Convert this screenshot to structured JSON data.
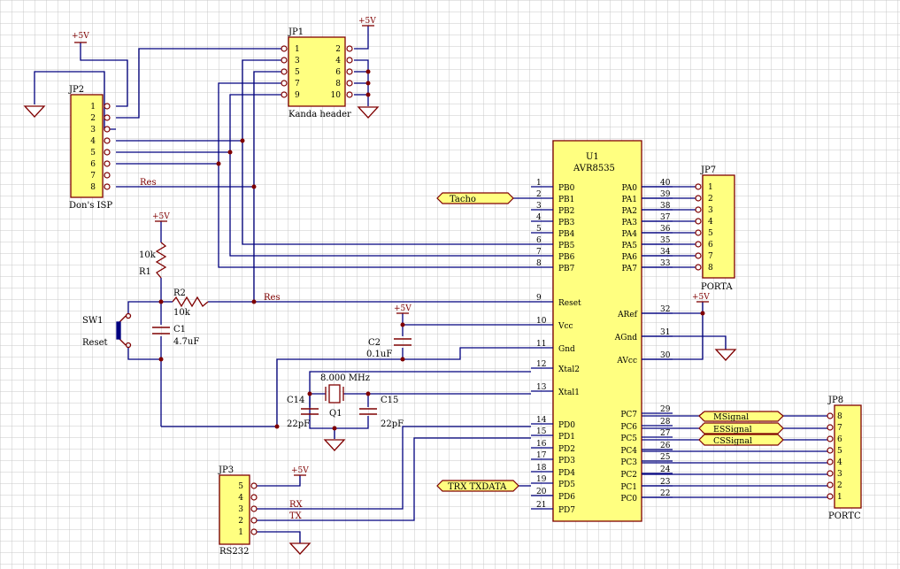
{
  "colors": {
    "background": "#ffffff",
    "grid": "#c8c8c8",
    "wire": "#00007f",
    "component": "#7f0000",
    "body_fill": "#ffff80",
    "power": "#7f0000",
    "text": "#000000",
    "junction": "#7f0000"
  },
  "u1": {
    "ref": "U1",
    "part": "AVR8535",
    "left_pins": [
      {
        "num": "1",
        "name": "PB0"
      },
      {
        "num": "2",
        "name": "PB1"
      },
      {
        "num": "3",
        "name": "PB2"
      },
      {
        "num": "4",
        "name": "PB3"
      },
      {
        "num": "5",
        "name": "PB4"
      },
      {
        "num": "6",
        "name": "PB5"
      },
      {
        "num": "7",
        "name": "PB6"
      },
      {
        "num": "8",
        "name": "PB7"
      },
      {
        "num": "9",
        "name": "Reset"
      },
      {
        "num": "10",
        "name": "Vcc"
      },
      {
        "num": "11",
        "name": "Gnd"
      },
      {
        "num": "12",
        "name": "Xtal2"
      },
      {
        "num": "13",
        "name": "Xtal1"
      },
      {
        "num": "14",
        "name": "PD0"
      },
      {
        "num": "15",
        "name": "PD1"
      },
      {
        "num": "16",
        "name": "PD2"
      },
      {
        "num": "17",
        "name": "PD3"
      },
      {
        "num": "18",
        "name": "PD4"
      },
      {
        "num": "19",
        "name": "PD5"
      },
      {
        "num": "20",
        "name": "PD6"
      },
      {
        "num": "21",
        "name": "PD7"
      }
    ],
    "right_pins": [
      {
        "num": "40",
        "name": "PA0"
      },
      {
        "num": "39",
        "name": "PA1"
      },
      {
        "num": "38",
        "name": "PA2"
      },
      {
        "num": "37",
        "name": "PA3"
      },
      {
        "num": "36",
        "name": "PA4"
      },
      {
        "num": "35",
        "name": "PA5"
      },
      {
        "num": "34",
        "name": "PA6"
      },
      {
        "num": "33",
        "name": "PA7"
      },
      {
        "num": "32",
        "name": "ARef"
      },
      {
        "num": "31",
        "name": "AGnd"
      },
      {
        "num": "30",
        "name": "AVcc"
      },
      {
        "num": "29",
        "name": "PC7"
      },
      {
        "num": "28",
        "name": "PC6"
      },
      {
        "num": "27",
        "name": "PC5"
      },
      {
        "num": "26",
        "name": "PC4"
      },
      {
        "num": "25",
        "name": "PC3"
      },
      {
        "num": "24",
        "name": "PC2"
      },
      {
        "num": "23",
        "name": "PC1"
      },
      {
        "num": "22",
        "name": "PC0"
      }
    ]
  },
  "jp1": {
    "ref": "JP1",
    "caption": "Kanda header",
    "left_pins": [
      "1",
      "3",
      "5",
      "7",
      "9"
    ],
    "right_pins": [
      "2",
      "4",
      "6",
      "8",
      "10"
    ]
  },
  "jp2": {
    "ref": "JP2",
    "caption": "Don's ISP",
    "pins": [
      "1",
      "2",
      "3",
      "4",
      "5",
      "6",
      "7",
      "8"
    ]
  },
  "jp3": {
    "ref": "JP3",
    "caption": "RS232",
    "pins": [
      "5",
      "4",
      "3",
      "2",
      "1"
    ]
  },
  "jp7": {
    "ref": "JP7",
    "caption": "PORTA",
    "pins": [
      "1",
      "2",
      "3",
      "4",
      "5",
      "6",
      "7",
      "8"
    ]
  },
  "jp8": {
    "ref": "JP8",
    "caption": "PORTC",
    "pins": [
      "8",
      "7",
      "6",
      "5",
      "4",
      "3",
      "2",
      "1"
    ]
  },
  "power": {
    "vcc": "+5V"
  },
  "components": {
    "r1_ref": "R1",
    "r1_value": "10k",
    "r2_ref": "R2",
    "r2_value": "10k",
    "c1_ref": "C1",
    "c1_value": "4.7uF",
    "c2_ref": "C2",
    "c2_value": "0.1uF",
    "c14_ref": "C14",
    "c14_value": "22pF",
    "c15_ref": "C15",
    "c15_value": "22pF",
    "q1_ref": "Q1",
    "q1_value": "8.000 MHz",
    "sw1_ref": "SW1",
    "sw1_value": "Reset"
  },
  "nets": {
    "res_label": "Res",
    "rx_label": "RX",
    "tx_label": "TX"
  },
  "ports": {
    "tacho": "Tacho",
    "trx": "TRX TXDATA",
    "msignal": "MSignal",
    "essignal": "ESSignal",
    "cssignal": "CSSignal"
  }
}
